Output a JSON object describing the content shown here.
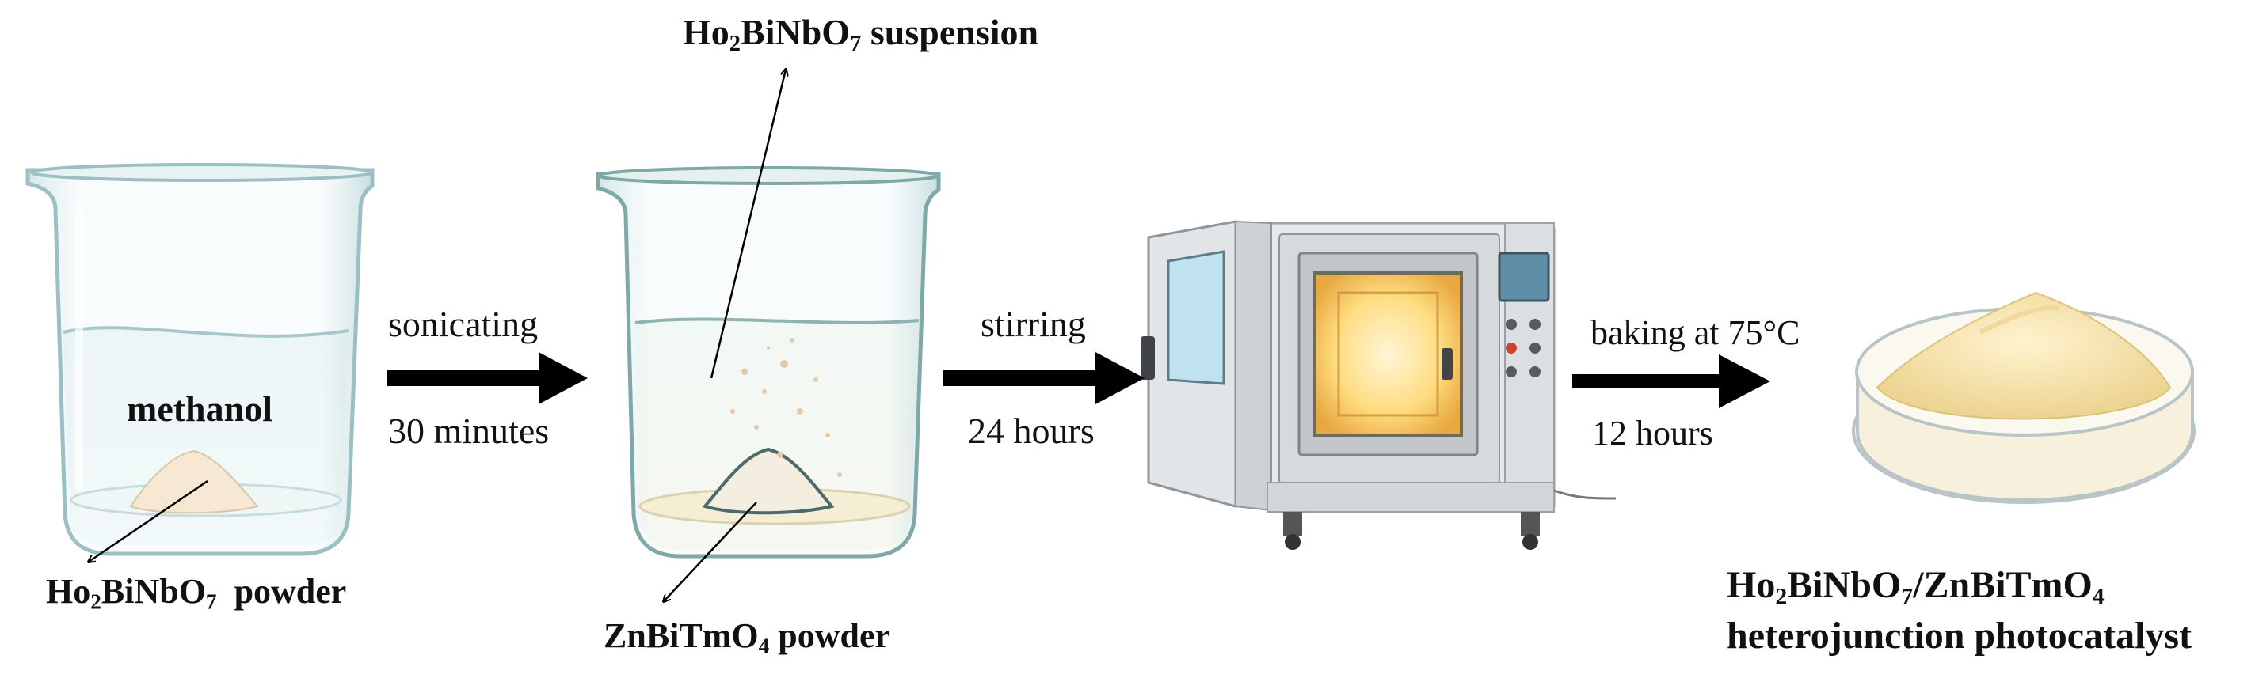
{
  "labels": {
    "suspension_prefix": "Ho",
    "suspension_sub1": "2",
    "suspension_mid": "BiNbO",
    "suspension_sub2": "7",
    "suspension_suffix": " suspension",
    "methanol": "methanol",
    "powder1_prefix": "Ho",
    "powder1_sub1": "2",
    "powder1_mid": "BiNbO",
    "powder1_sub2": "7",
    "powder1_suffix": "  powder",
    "powder2_prefix": "ZnBiTmO",
    "powder2_sub": "4",
    "powder2_suffix": " powder",
    "product_line1_a": "Ho",
    "product_line1_sub1": "2",
    "product_line1_b": "BiNbO",
    "product_line1_sub2": "7",
    "product_line1_c": "/ZnBiTmO",
    "product_line1_sub3": "4",
    "product_line2": "heterojunction photocatalyst"
  },
  "steps": [
    {
      "top": "sonicating",
      "bottom": "30 minutes"
    },
    {
      "top": "stirring",
      "bottom": "24 hours"
    },
    {
      "top": "baking at 75°C",
      "bottom": "12 hours"
    }
  ],
  "colors": {
    "arrow": "#000000",
    "glass": "#a9c9cc",
    "liquid": "#e3f1f0",
    "powder": "#f3e2c8",
    "product_powder": "#f5e2a8",
    "oven_body": "#e3e5e8",
    "oven_glow": "#ffd470"
  }
}
